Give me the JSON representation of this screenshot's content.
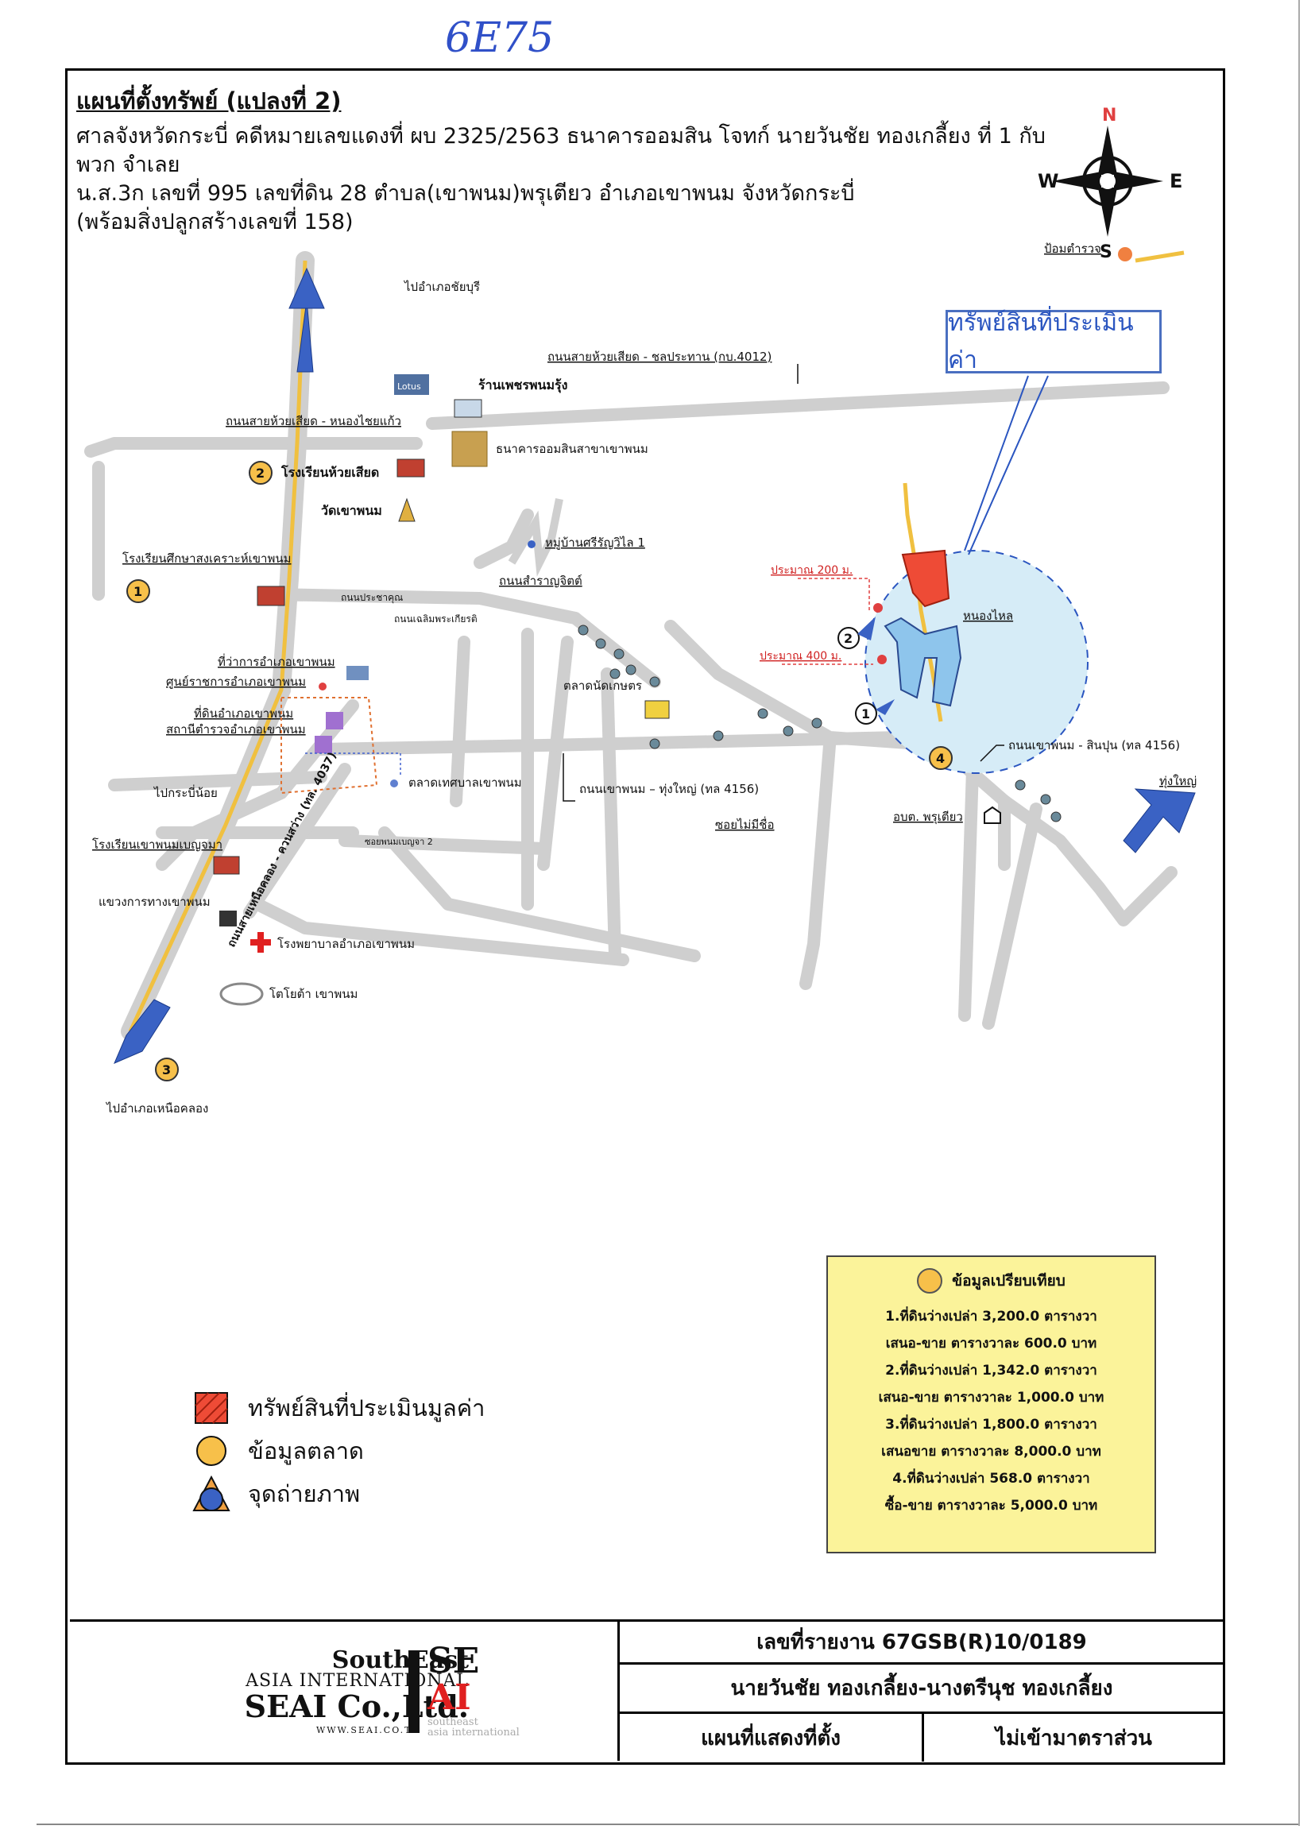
{
  "scan_note": "6E75",
  "header": {
    "title": "แผนที่ตั้งทรัพย์ (แปลงที่ 2)",
    "line1": "ศาลจังหวัดกระบี่ คดีหมายเลขแดงที่ ผบ 2325/2563 ธนาคารออมสิน โจทก์ นายวันชัย ทองเกลี้ยง ที่ 1 กับพวก จำเลย",
    "line2": "น.ส.3ก เลขที่ 995 เลขที่ดิน 28 ตำบล(เขาพนม)พรุเตียว อำเภอเขาพนม จังหวัดกระบี่",
    "line3": "(พร้อมสิ่งปลูกสร้างเลขที่ 158)"
  },
  "compass": {
    "n": "N",
    "s": "S",
    "e": "E",
    "w": "W"
  },
  "map_labels": {
    "police_box": "ป้อมตำรวจ",
    "to_chaiburi": "ไปอำเภอชัยบุรี",
    "road_4012": "ถนนสายห้วยเสียด - ชลประทาน (กบ.4012)",
    "lotus": "Lotus",
    "phet_shop": "ร้านเพชรพนมรุ้ง",
    "road_nongyai": "ถนนสายห้วยเสียด - หนองไชยแก้ว",
    "gsb_branch": "ธนาคารออมสินสาขาเขาพนม",
    "school_huaysiat": "โรงเรียนห้วยเสียด",
    "wat_khaophanom": "วัดเขาพนม",
    "village": "หมู่บ้านศรีรัญวิไล 1",
    "school_songkhro": "โรงเรียนศึกษาสงเคราะห์เขาพนม",
    "road_samran": "ถนนสำราญจิตต์",
    "road_prachakhun": "ถนนประชาคุณ",
    "road_chalerm": "ถนนเฉลิมพระเกียรติ",
    "district_office": "ที่ว่าการอำเภอเขาพนม",
    "gov_center": "ศูนย์ราชการอำเภอเขาพนม",
    "land_office": "ที่ดินอำเภอเขาพนม",
    "police_station": "สถานีตำรวจอำเภอเขาพนม",
    "fresh_market": "ตลาดนัดเกษตร",
    "muni_market": "ตลาดเทศบาลเขาพนม",
    "to_krabinoi": "ไปกระบี่น้อย",
    "road_4156_a": "ถนนเขาพนม – ทุ่งใหญ่ (ทล 4156)",
    "soi_unnamed": "ซอยไม่มีชื่อ",
    "road_4156_b": "ถนนเขาพนม - สินปุน (ทล 4156)",
    "to_thungyai": "ทุ่งใหญ่",
    "sao_phrutiao": "อบต. พรุเตียว",
    "pond": "หนองไหล",
    "approx_200": "ประมาณ 200 ม.",
    "approx_400": "ประมาณ 400 ม.",
    "school_benjama": "โรงเรียนเขาพนมเบญจมา",
    "highways_office": "แขวงการทางเขาพนม",
    "hospital": "โรงพยาบาลอำเภอเขาพนม",
    "toyota": "โตโยต้า เขาพนม",
    "to_nuaklong": "ไปอำเภอเหนือคลอง",
    "road_4037": "ถนนสายเหนือคลอง - ควนสว่าง (ทล. 4037)",
    "soi_benjama": "ซอยพนมเบญจา 2",
    "marker_1": "1",
    "marker_2": "2",
    "marker_3": "3",
    "marker_4": "4"
  },
  "appraised_callout": "ทรัพย์สินที่ประเมินค่า",
  "legend": {
    "appraised": "ทรัพย์สินที่ประเมินมูลค่า",
    "market": "ข้อมูลตลาด",
    "photo": "จุดถ่ายภาพ"
  },
  "comparison": {
    "heading": "ข้อมูลเปรียบเทียบ",
    "lines": [
      "1.ที่ดินว่างเปล่า 3,200.0 ตารางวา",
      "เสนอ-ขาย ตารางวาละ 600.0 บาท",
      "2.ที่ดินว่างเปล่า 1,342.0 ตารางวา",
      "เสนอ-ขาย ตารางวาละ 1,000.0 บาท",
      "3.ที่ดินว่างเปล่า 1,800.0 ตารางวา",
      "เสนอขาย ตารางวาละ 8,000.0 บาท",
      "4.ที่ดินว่างเปล่า 568.0 ตารางวา",
      "ซื้อ-ขาย ตารางวาละ 5,000.0 บาท"
    ]
  },
  "stamp": {
    "company_southeast": "SouthEast",
    "company_asia": "ASIA INTERNATIONAL",
    "company_seai": "SEAI Co.,Ltd.",
    "company_www": "WWW.SEAI.CO.TH",
    "logo_se": "SE",
    "logo_ai": "AI",
    "logo_sub1": "southeast",
    "logo_sub2": "asia international",
    "report_no": "เลขที่รายงาน 67GSB(R)10/0189",
    "owner": "นายวันชัย ทองเกลี้ยง-นางตรีนุช ทองเกลี้ยง",
    "map_type": "แผนที่แสดงที่ตั้ง",
    "scale": "ไม่เข้ามาตราส่วน"
  },
  "colors": {
    "road": "#cfcfcf",
    "highway": "#f0c040",
    "arrow": "#3a62c4",
    "subject": "#ee4b36",
    "pond": "#8ec5ec",
    "buffer": "#d6ecf7",
    "comparison_bg": "#fbf39a"
  }
}
